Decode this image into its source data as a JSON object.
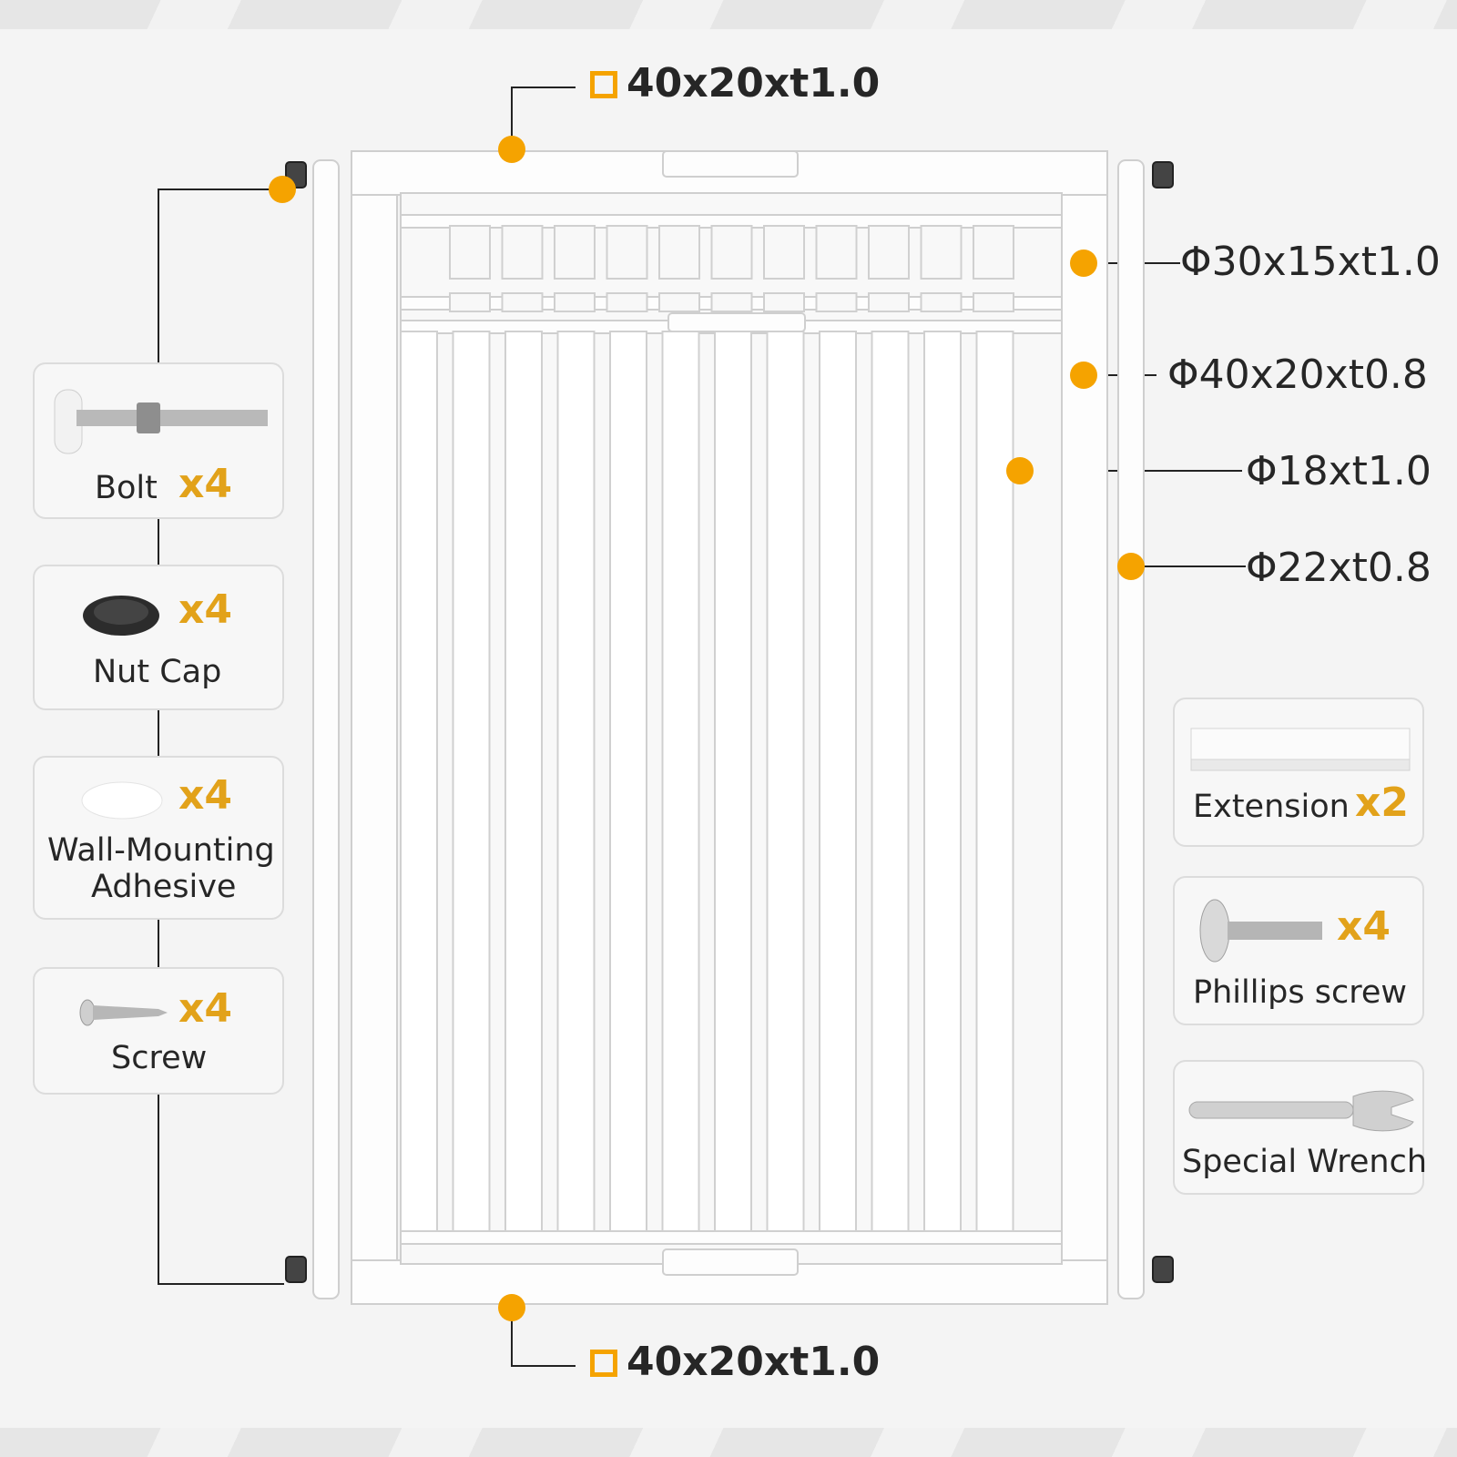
{
  "top_dimension": "40x20xt1.0",
  "bottom_dimension": "40x20xt1.0",
  "right_labels": [
    "Φ30x15xt1.0",
    "Φ40x20xt0.8",
    "Φ18xt1.0",
    "Φ22xt0.8"
  ],
  "left_cards": [
    {
      "name": "Bolt",
      "qty": "x4"
    },
    {
      "name": "Nut Cap",
      "qty": "x4"
    },
    {
      "name": "Wall-Mounting",
      "name2": "Adhesive",
      "qty": "x4"
    },
    {
      "name": "Screw",
      "qty": "x4"
    }
  ],
  "right_cards": [
    {
      "name": "Extension",
      "qty": "x2"
    },
    {
      "name": "Phillips screw",
      "qty": "x4"
    },
    {
      "name": "Special Wrench"
    }
  ],
  "colors": {
    "accent": "#f5a300",
    "qty": "#e2a21a",
    "text": "#262626",
    "background": "#f4f4f4"
  }
}
